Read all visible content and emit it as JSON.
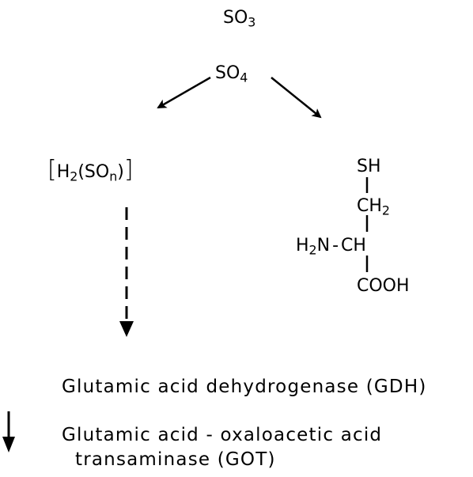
{
  "top": {
    "so3": {
      "symbol": "SO",
      "sub": "3"
    },
    "so4": {
      "symbol": "SO",
      "sub": "4"
    }
  },
  "left_branch": {
    "bracket_open": "[",
    "h": "H",
    "h_sub": "2",
    "inner_open": "(SO",
    "n_sub": "n",
    "inner_close": ")",
    "bracket_close": "]"
  },
  "cysteine": {
    "sh": "SH",
    "ch2": "CH",
    "ch2_sub": "2",
    "h2n_h": "H",
    "h2n_sub": "2",
    "h2n_rest": "N",
    "dash": "-",
    "ch": "CH",
    "cooh": "COOH"
  },
  "enzymes": {
    "gdh": "Glutamic acid dehydrogenase (GDH)",
    "got_line1": "Glutamic acid - oxaloacetic acid",
    "got_line2": "transaminase (GOT)"
  },
  "colors": {
    "ink": "#000000",
    "background": "#ffffff"
  }
}
